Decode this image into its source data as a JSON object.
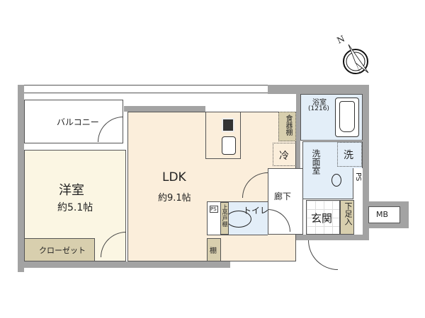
{
  "rooms": {
    "balcony": "バルコニー",
    "western_room": {
      "name": "洋室",
      "size": "約5.1帖"
    },
    "closet": "クローゼット",
    "ldk": {
      "name": "LDK",
      "size": "約9.1帖"
    },
    "cupboard": "食器棚",
    "fridge": "冷",
    "bathroom": {
      "name": "浴室",
      "size": "(1216)"
    },
    "washroom": "洗面室",
    "washer": "洗",
    "ps_right": "PS",
    "hallway": "廊下",
    "toilet": "トイレ",
    "toilet_ps": "PS",
    "toilet_shelf": "上吊戸棚",
    "shelf": "棚",
    "entrance": "玄関",
    "shoe_box": "下足入",
    "mb": "MB"
  },
  "compass": {
    "label": "N"
  },
  "colors": {
    "wall": "#a3a3a3",
    "ldk": "#fbeedb",
    "western": "#fbf6e3",
    "tan": "#d8cfae",
    "wet": "#e3eef8"
  }
}
